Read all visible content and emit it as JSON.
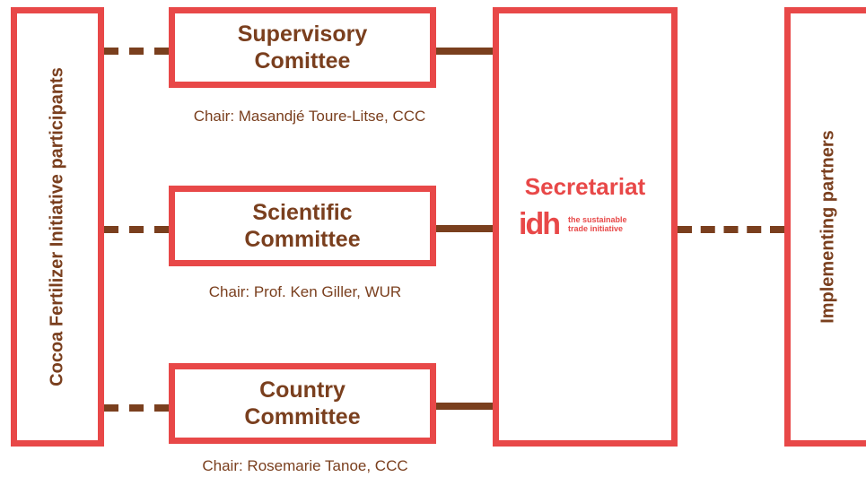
{
  "left_panel": {
    "label": "Cocoa Fertilizer Initiative participants"
  },
  "right_panel": {
    "label": "Implementing partners"
  },
  "committees": [
    {
      "name_line1": "Supervisory",
      "name_line2": "Comittee",
      "chair": "Chair: Masandjé Toure-Litse, CCC"
    },
    {
      "name_line1": "Scientific",
      "name_line2": "Committee",
      "chair": "Chair: Prof. Ken Giller, WUR"
    },
    {
      "name_line1": "Country",
      "name_line2": "Committee",
      "chair": "Chair: Rosemarie Tanoe, CCC"
    }
  ],
  "secretariat": {
    "title": "Secretariat",
    "logo_mark": "idh",
    "logo_tagline_line1": "the sustainable",
    "logo_tagline_line2": "trade initiative"
  },
  "colors": {
    "border": "#e84848",
    "connector": "#7a3f1e",
    "text": "#7a3f1e",
    "accent": "#e84848"
  }
}
